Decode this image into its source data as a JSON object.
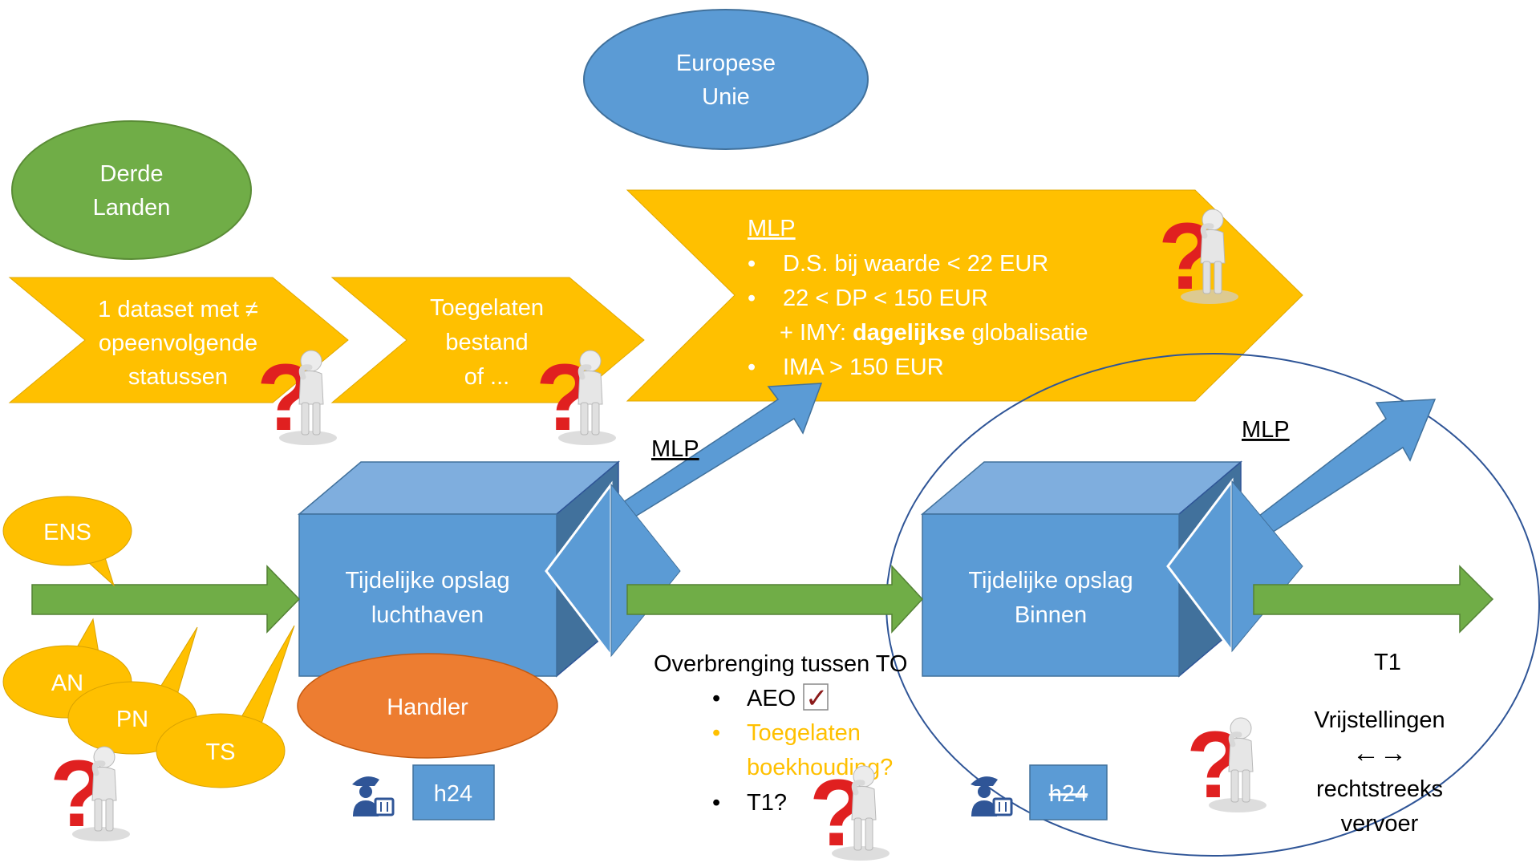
{
  "nodes": {
    "derde_landen": {
      "lines": [
        "Derde",
        "Landen"
      ],
      "color": "#70AD47"
    },
    "europese_unie": {
      "lines": [
        "Europese",
        "Unie"
      ],
      "color": "#5B9BD5"
    },
    "handler": {
      "label": "Handler",
      "color": "#ED7D31"
    },
    "to_luchthaven": {
      "lines": [
        "Tijdelijke opslag",
        "luchthaven"
      ]
    },
    "to_binnen": {
      "lines": [
        "Tijdelijke opslag",
        "Binnen"
      ]
    }
  },
  "chevrons": {
    "dataset": {
      "lines": [
        "1 dataset met ≠",
        "opeenvolgende",
        "statussen"
      ]
    },
    "toegelaten": {
      "lines": [
        "Toegelaten",
        "bestand",
        "of ..."
      ]
    },
    "mlp": {
      "heading": "MLP",
      "bullets": [
        "D.S. bij waarde < 22 EUR",
        "22 < DP < 150 EUR",
        "IMA > 150 EUR"
      ],
      "sub_prefix": "+ IMY: ",
      "sub_bold": "dagelijkse",
      "sub_suffix": " globalisatie"
    }
  },
  "callouts": {
    "ens": "ENS",
    "an": "AN",
    "pn": "PN",
    "ts": "TS"
  },
  "labels": {
    "mlp_left": "MLP",
    "mlp_right": "MLP",
    "t1": "T1",
    "h24_left": "h24",
    "h24_right": "h24",
    "vrijstellingen": "Vrijstellingen",
    "double_arrow": "←→",
    "rechtstreeks_1": "rechtstreeks",
    "rechtstreeks_2": "vervoer"
  },
  "overbrenging": {
    "title": "Overbrenging tussen TO",
    "items": [
      {
        "text": "AEO",
        "color": "#000000"
      },
      {
        "text": "Toegelaten",
        "color": "#FFC000"
      },
      {
        "text": "boekhouding?",
        "color": "#FFC000"
      },
      {
        "text": "T1?",
        "color": "#000000"
      }
    ],
    "check_glyph": "✓"
  },
  "icons": {
    "question_glyph": "?",
    "customs_officer": "customs-officer-icon"
  },
  "colors": {
    "chevron": "#FFC000",
    "box_front": "#5B9BD5",
    "box_top": "#7FAEDE",
    "box_side": "#41719C",
    "arrow_green": "#70AD47",
    "arrow_blue": "#5B9BD5",
    "ellipse_stroke": "#2F5597",
    "question_red": "#E02020",
    "text_white": "#FFFFFF",
    "text_black": "#000000",
    "text_orange": "#FFC000"
  }
}
